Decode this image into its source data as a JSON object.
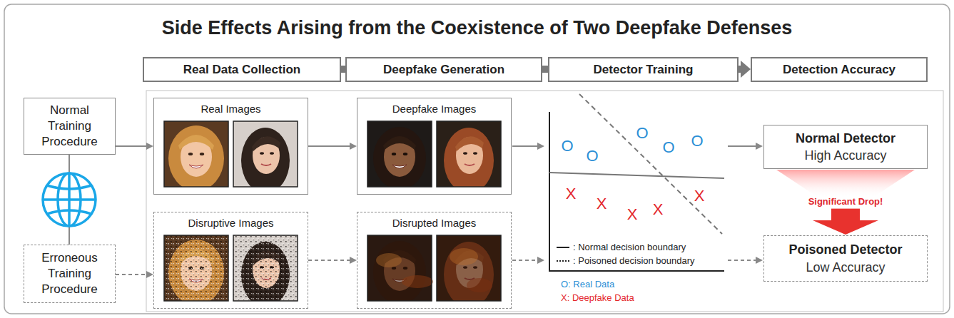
{
  "diagram": {
    "title": "Side Effects Arising from the Coexistence of Two Deepfake Defenses",
    "nodes": [
      {
        "text": [
          "Real Data Collection"
        ]
      },
      {
        "text": [
          "Deepfake Generation"
        ]
      },
      {
        "text": [
          "Detector Training"
        ]
      },
      {
        "text": [
          "Detection Accuracy"
        ]
      },
      {
        "text": [
          "Normal Training Procedure"
        ]
      },
      {
        "text": [
          "Real Images"
        ]
      },
      {
        "text": [
          "Deepfake Images"
        ]
      },
      {
        "text": [
          "Normal Detector",
          "High Accuracy"
        ]
      },
      {
        "text": [
          "Erroneous Training Procedure"
        ]
      },
      {
        "text": [
          "Disruptive Images"
        ]
      },
      {
        "text": [
          "Disrupted Images"
        ]
      },
      {
        "text": [
          "Poisoned Detector",
          "Low Accuracy"
        ]
      }
    ],
    "edges": [
      {
        "from": 0,
        "to": 1,
        "arrow": "none"
      },
      {
        "from": 1,
        "to": 2,
        "arrow": "none"
      },
      {
        "from": 2,
        "to": 3,
        "arrow": "to"
      },
      {
        "from": 4,
        "to": 5,
        "arrow": "to"
      },
      {
        "from": 5,
        "to": 6,
        "arrow": "to"
      },
      {
        "from": 8,
        "to": 9,
        "arrow": "to"
      },
      {
        "from": 9,
        "to": 10,
        "arrow": "to"
      },
      {
        "from": 4,
        "to": 8,
        "arrow": "none"
      },
      {
        "from": 7,
        "to": 11,
        "label": "Significant Drop!",
        "arrow": "to"
      }
    ],
    "labels": [
      "O",
      "O",
      "O",
      "O",
      "O",
      "X",
      "X",
      "X",
      "X",
      "X",
      "O: Real Data",
      "X: Deepfake Data"
    ],
    "legend": [
      {
        "text": ": Normal decision boundary"
      },
      {
        "text": ": Poisoned decision boundary"
      }
    ]
  }
}
